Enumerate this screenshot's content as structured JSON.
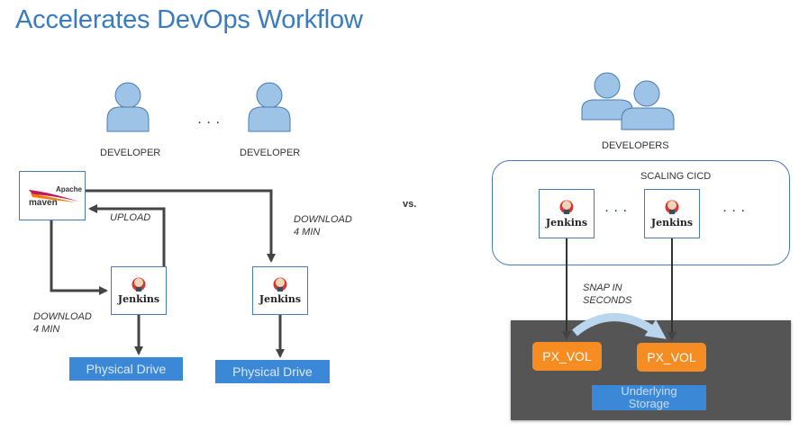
{
  "title": "Accelerates DevOps Workflow",
  "left": {
    "developers": [
      {
        "label": "DEVELOPER",
        "icon": "person-icon"
      },
      {
        "label": "DEVELOPER",
        "icon": "person-icon"
      }
    ],
    "ellipsis": ". . .",
    "maven": {
      "line1": "Apache",
      "line2": "maven"
    },
    "upload_label": "UPLOAD",
    "download_left_label": "DOWNLOAD\n4 MIN",
    "download_right_label": "DOWNLOAD\n4 MIN",
    "jenkins_label": "Jenkins",
    "drives": [
      "Physical Drive",
      "Physical Drive"
    ]
  },
  "vs_label": "vs.",
  "right": {
    "developers_label": "DEVELOPERS",
    "group_label": "SCALING CICD",
    "jenkins_label": "Jenkins",
    "ellipsis": ". . .",
    "snap_label": "SNAP IN\nSECONDS",
    "volumes": [
      "PX_VOL",
      "PX_VOL"
    ],
    "storage_label": "Underlying\nStorage"
  },
  "colors": {
    "title": "#3a7bbf",
    "person_fill": "#9dc3e6",
    "person_stroke": "#4a7bb0",
    "drive": "#3b88d6",
    "px_vol": "#f58d22",
    "storage_bg": "#555555",
    "arrow": "#444444",
    "snap_arrow": "#b9d6ee"
  }
}
